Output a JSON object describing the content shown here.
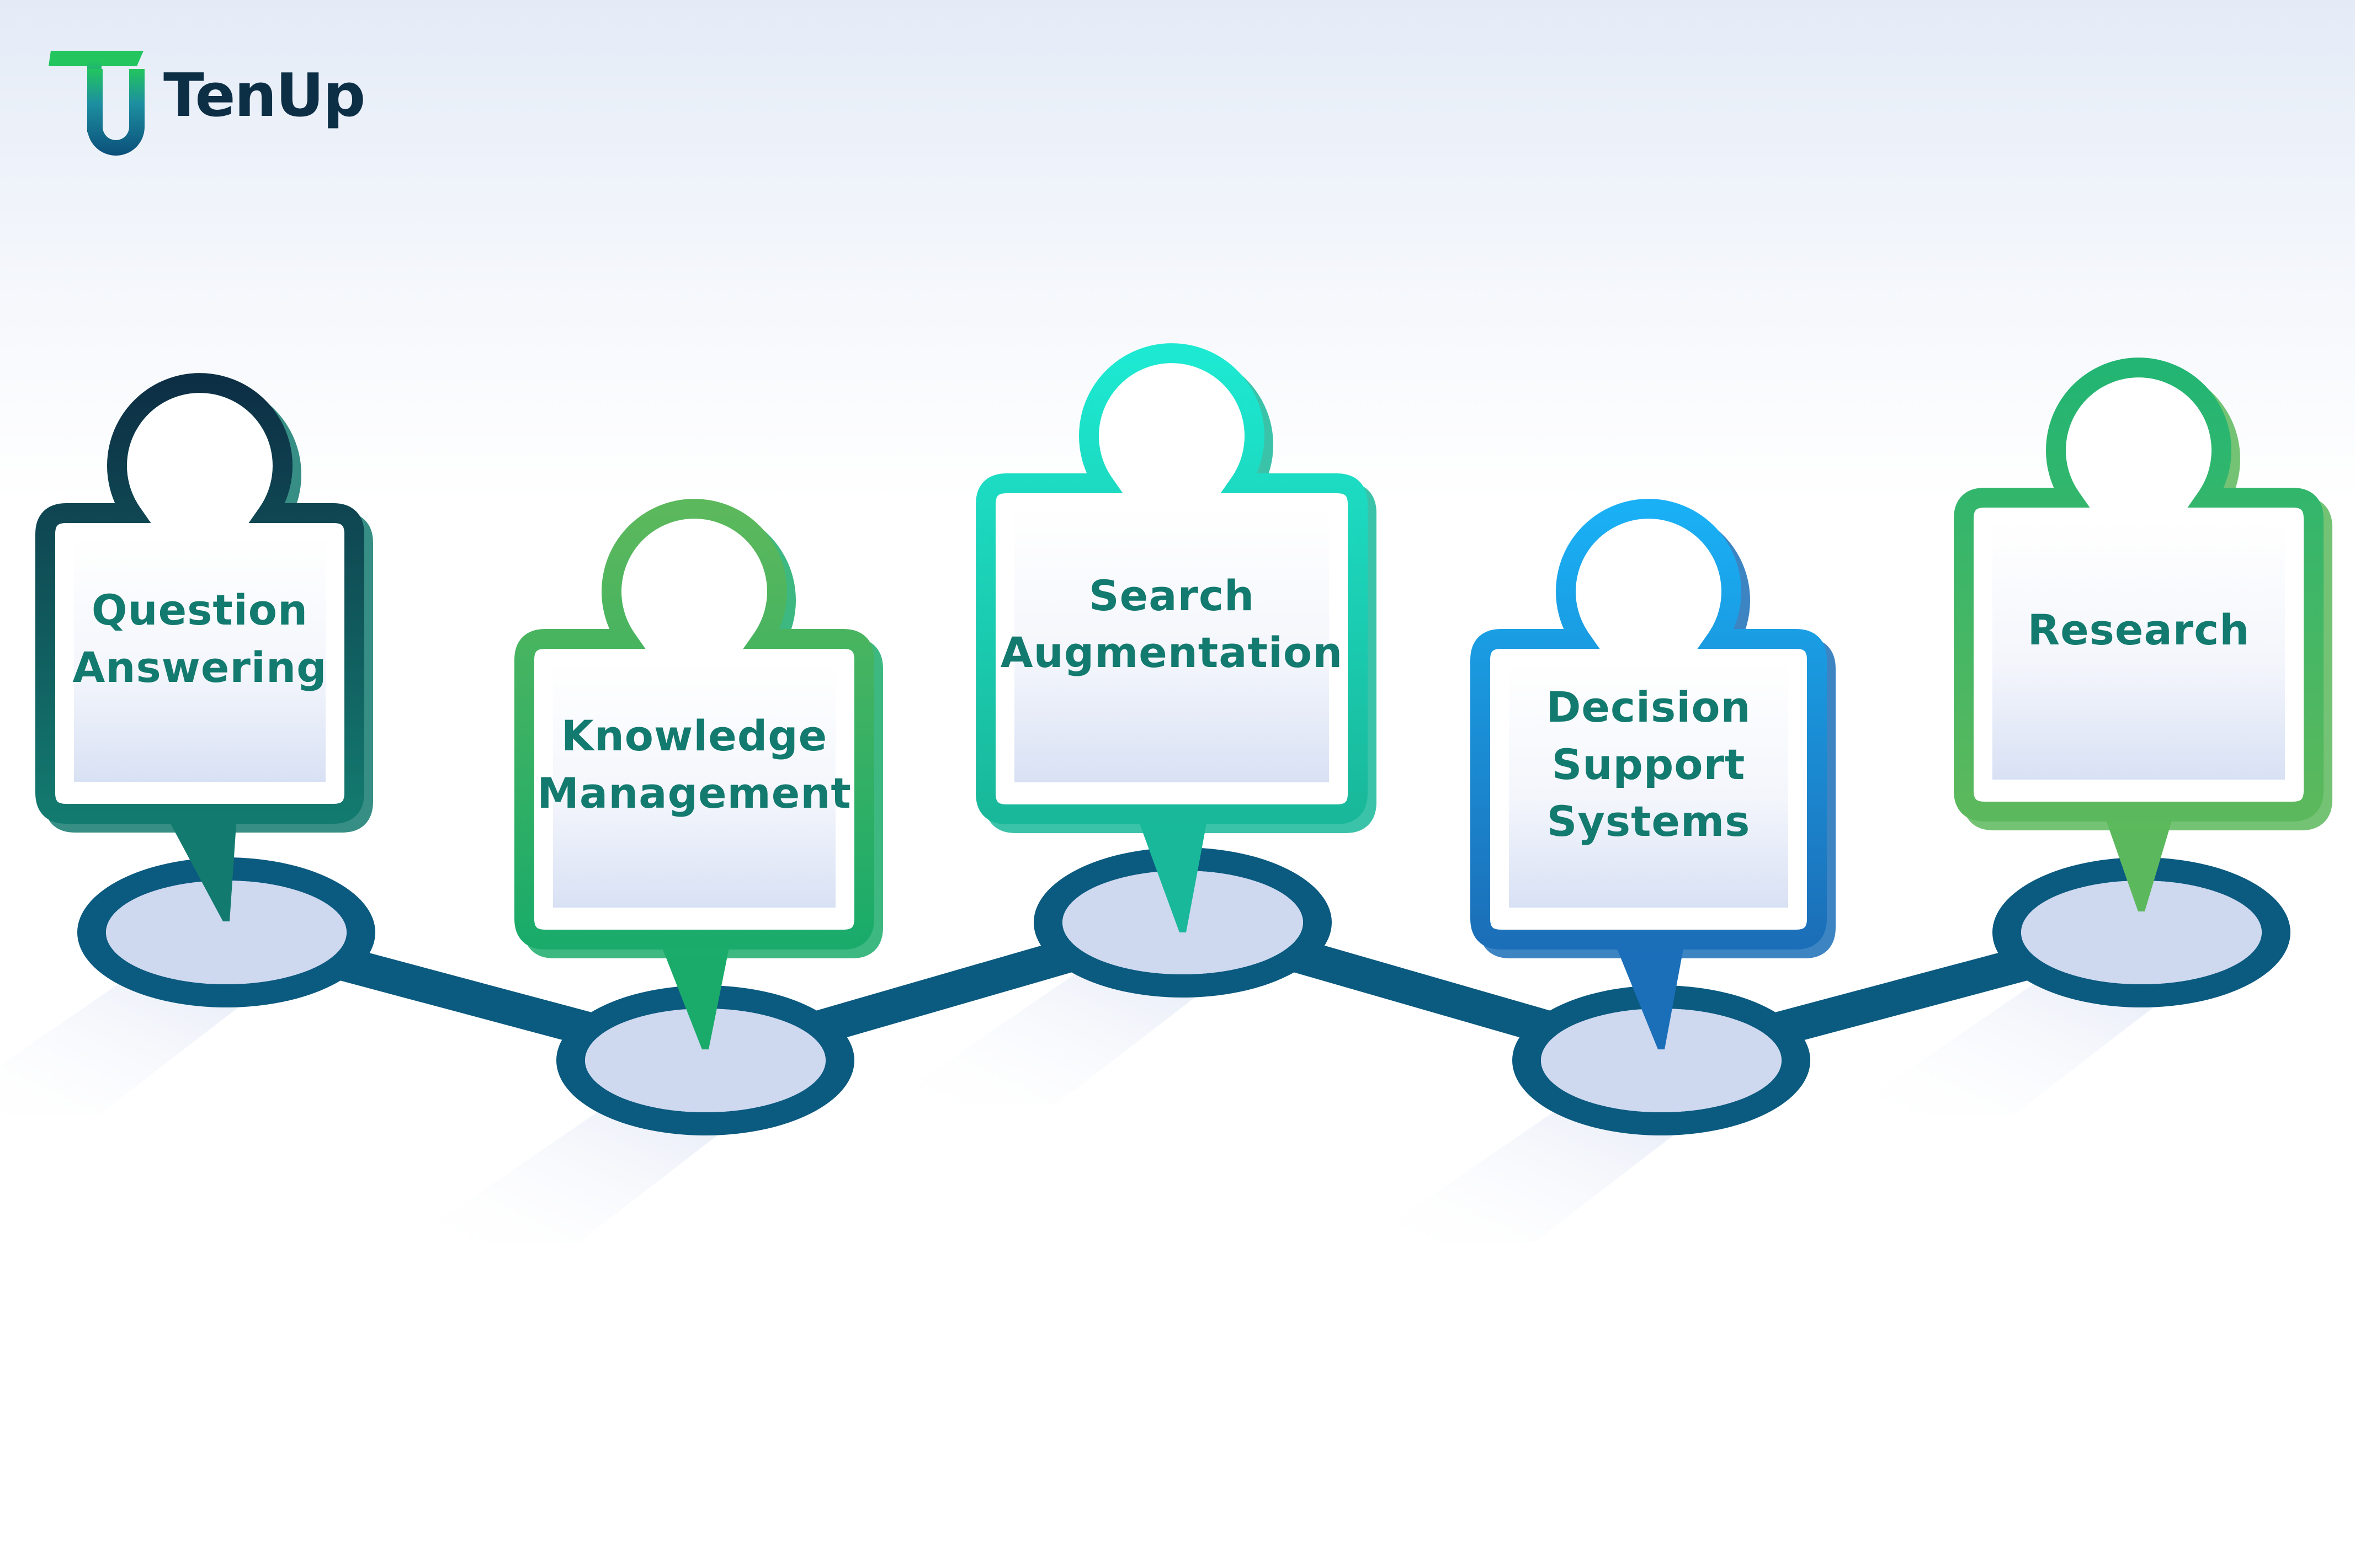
{
  "brand": {
    "name": "TenUp",
    "logo_colors": [
      "#22c55e",
      "#1d8fa0",
      "#0b4f7a"
    ]
  },
  "diagram": {
    "type": "process-path",
    "path_color": "#0b5a80",
    "text_color": "#137a6f",
    "steps": [
      {
        "label": "Question\nAnswering",
        "colors": [
          "#0d2f45",
          "#137a6f"
        ]
      },
      {
        "label": "Knowledge\nManagement",
        "colors": [
          "#5cb85c",
          "#1aab6a"
        ]
      },
      {
        "label": "Search\nAugmentation",
        "colors": [
          "#1de9d2",
          "#19b89a"
        ]
      },
      {
        "label": "Decision\nSupport\nSystems",
        "colors": [
          "#1ab0f5",
          "#1b6fb8"
        ]
      },
      {
        "label": "Research",
        "colors": [
          "#22b573",
          "#5cb85c"
        ]
      }
    ]
  }
}
